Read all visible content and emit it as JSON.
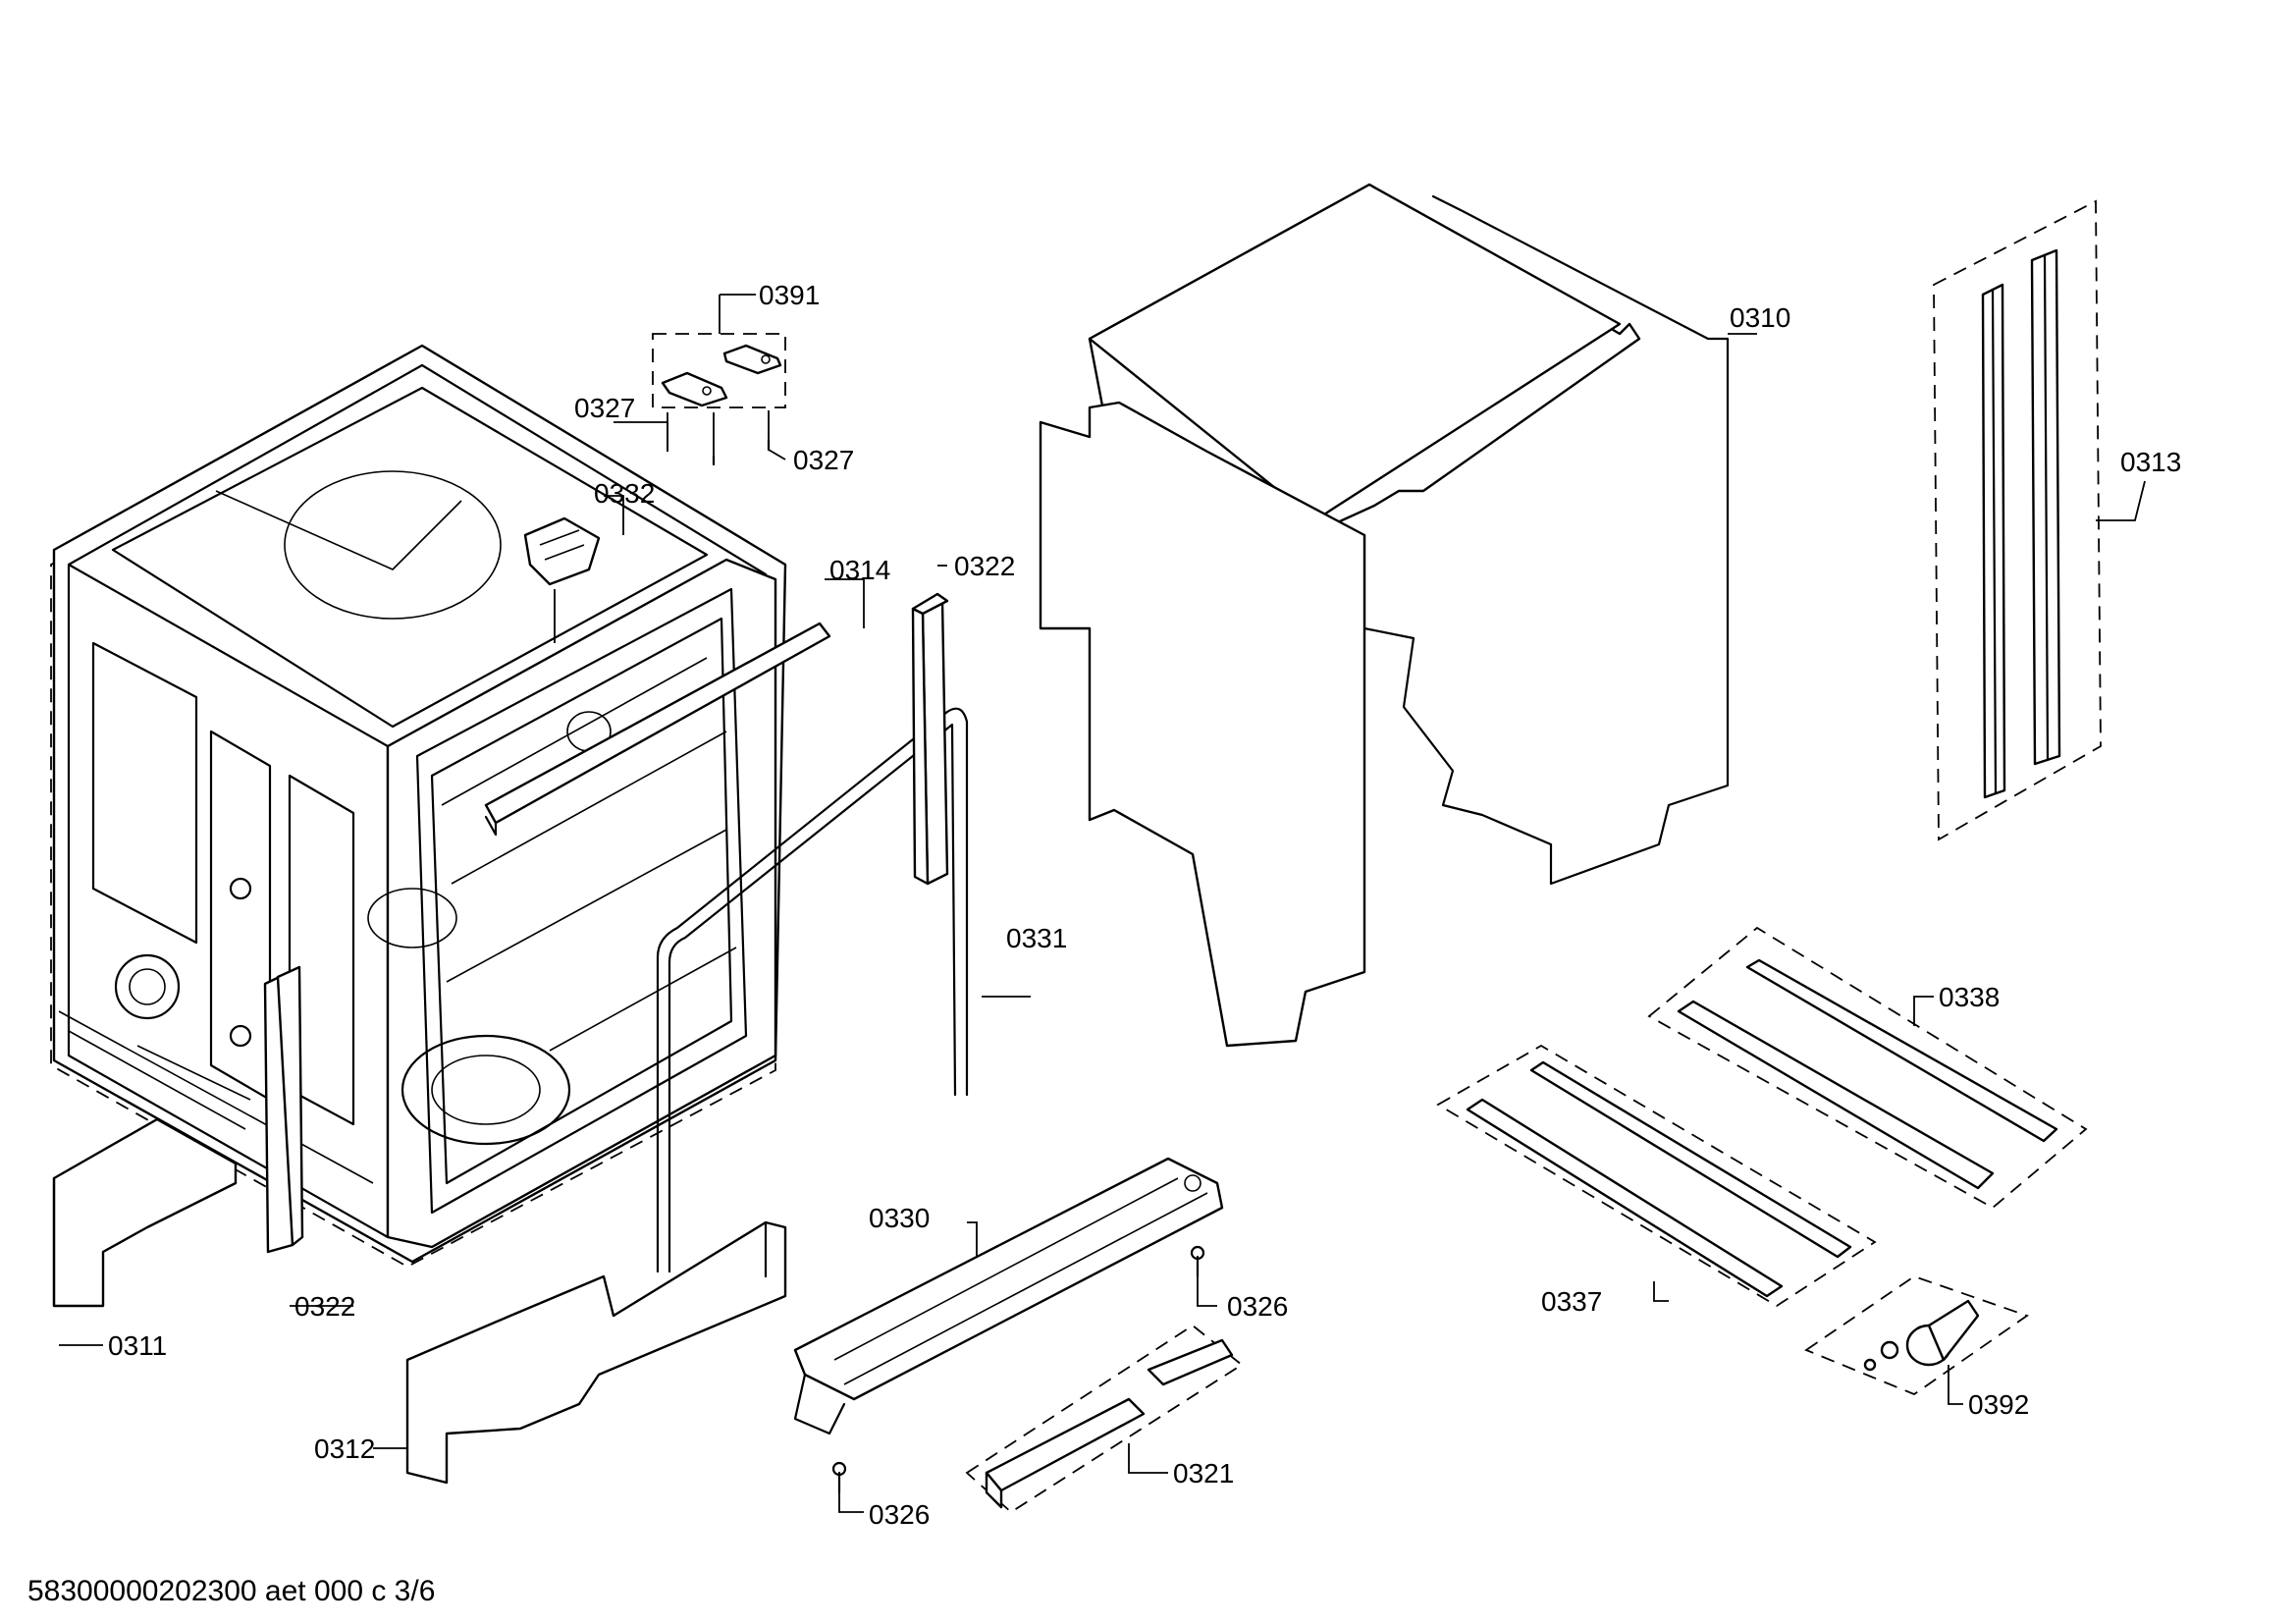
{
  "labels": {
    "p0391": "0391",
    "p0327a": "0327",
    "p0327b": "0327",
    "p0332": "0332",
    "p0314": "0314",
    "p0322a": "0322",
    "p0322b": "0322",
    "p0310": "0310",
    "p0313": "0313",
    "p0331": "0331",
    "p0338": "0338",
    "p0337": "0337",
    "p0330": "0330",
    "p0326a": "0326",
    "p0326b": "0326",
    "p0311": "0311",
    "p0312": "0312",
    "p0321": "0321",
    "p0392": "0392"
  },
  "footer": "58300000202300 aet 000 c 3/6"
}
